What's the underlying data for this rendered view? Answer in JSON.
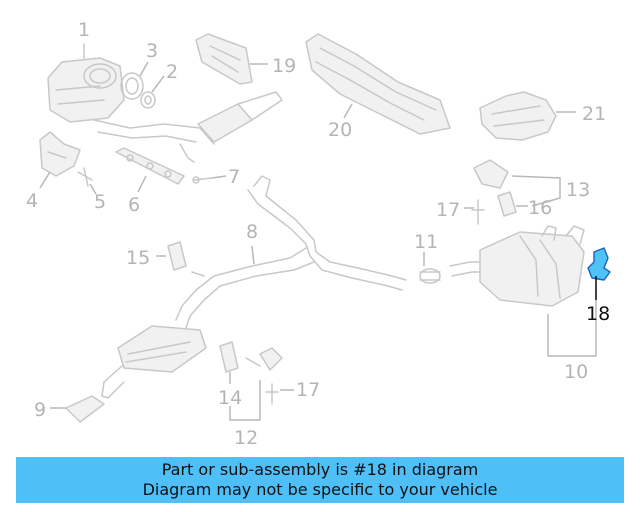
{
  "callouts": {
    "c1": "1",
    "c2": "2",
    "c3": "3",
    "c4": "4",
    "c5": "5",
    "c6": "6",
    "c7": "7",
    "c8": "8",
    "c9": "9",
    "c10": "10",
    "c11": "11",
    "c12": "12",
    "c13": "13",
    "c14": "14",
    "c15": "15",
    "c16": "16",
    "c17a": "17",
    "c17b": "17",
    "c18": "18",
    "c19": "19",
    "c20": "20",
    "c21": "21"
  },
  "highlighted_part": "18",
  "colors": {
    "banner_bg": "#4fbff8",
    "highlight_fill": "#4fc3f7",
    "highlight_stroke": "#1565c0",
    "line_gray": "#c8c8c8",
    "label_gray": "#b4b4b4"
  },
  "banner": {
    "line1": "Part or sub-assembly is #18 in diagram",
    "line2": "Diagram may not be specific to your vehicle"
  }
}
